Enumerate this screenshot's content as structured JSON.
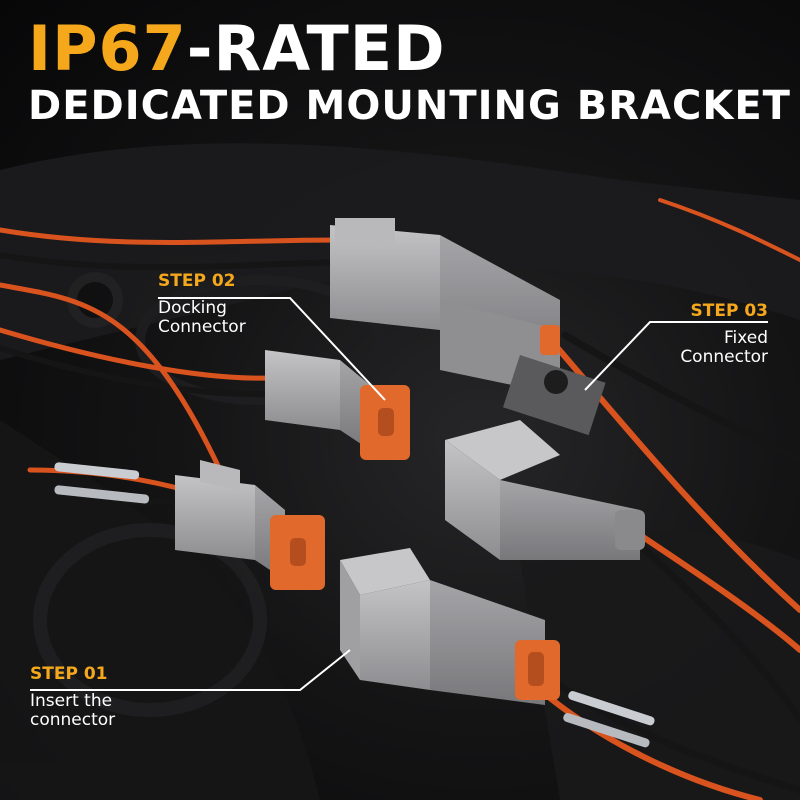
{
  "headline": {
    "accent": "IP67",
    "rest": "-RATED",
    "subtitle": "DEDICATED MOUNTING BRACKET"
  },
  "steps": [
    {
      "label": "STEP 01",
      "desc": "Insert the\nconnector"
    },
    {
      "label": "STEP 02",
      "desc": "Docking\nConnector"
    },
    {
      "label": "STEP 03",
      "desc": "Fixed\nConnector"
    }
  ],
  "colors": {
    "accent": "#f5a81c",
    "wire_red": "#d9531f",
    "wire_black": "#151515",
    "connector_gray": "#a9a9ab",
    "seal_orange": "#e0692b"
  }
}
